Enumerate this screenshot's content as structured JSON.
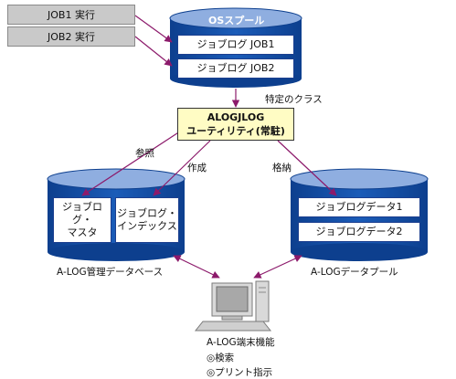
{
  "jobs": [
    "JOB1 実行",
    "JOB2 実行"
  ],
  "spool": {
    "title": "OSスプール",
    "items": [
      "ジョブログ JOB1",
      "ジョブログ JOB2"
    ]
  },
  "class_label": "特定のクラス",
  "utility": {
    "line1": "ALOGJLOG",
    "line2": "ユーティリティ(常駐)"
  },
  "edge_labels": {
    "reference": "参照",
    "create": "作成",
    "store": "格納"
  },
  "management_db": {
    "items": [
      [
        "ジョブログ・",
        "マスタ"
      ],
      [
        "ジョブログ・",
        "インデックス"
      ]
    ],
    "caption": "A-LOG管理データベース"
  },
  "data_pool": {
    "items": [
      "ジョブログデータ1",
      "ジョブログデータ2"
    ],
    "caption": "A-LOGデータプール"
  },
  "terminal": {
    "caption": "A-LOG端末機能",
    "functions": [
      "◎検索",
      "◎プリント指示"
    ]
  },
  "colors": {
    "cylinder": "#1550a6",
    "cylinder_top": "#8faee0",
    "arrow": "#8c1a6b",
    "utility_fill": "#fffcc4"
  }
}
